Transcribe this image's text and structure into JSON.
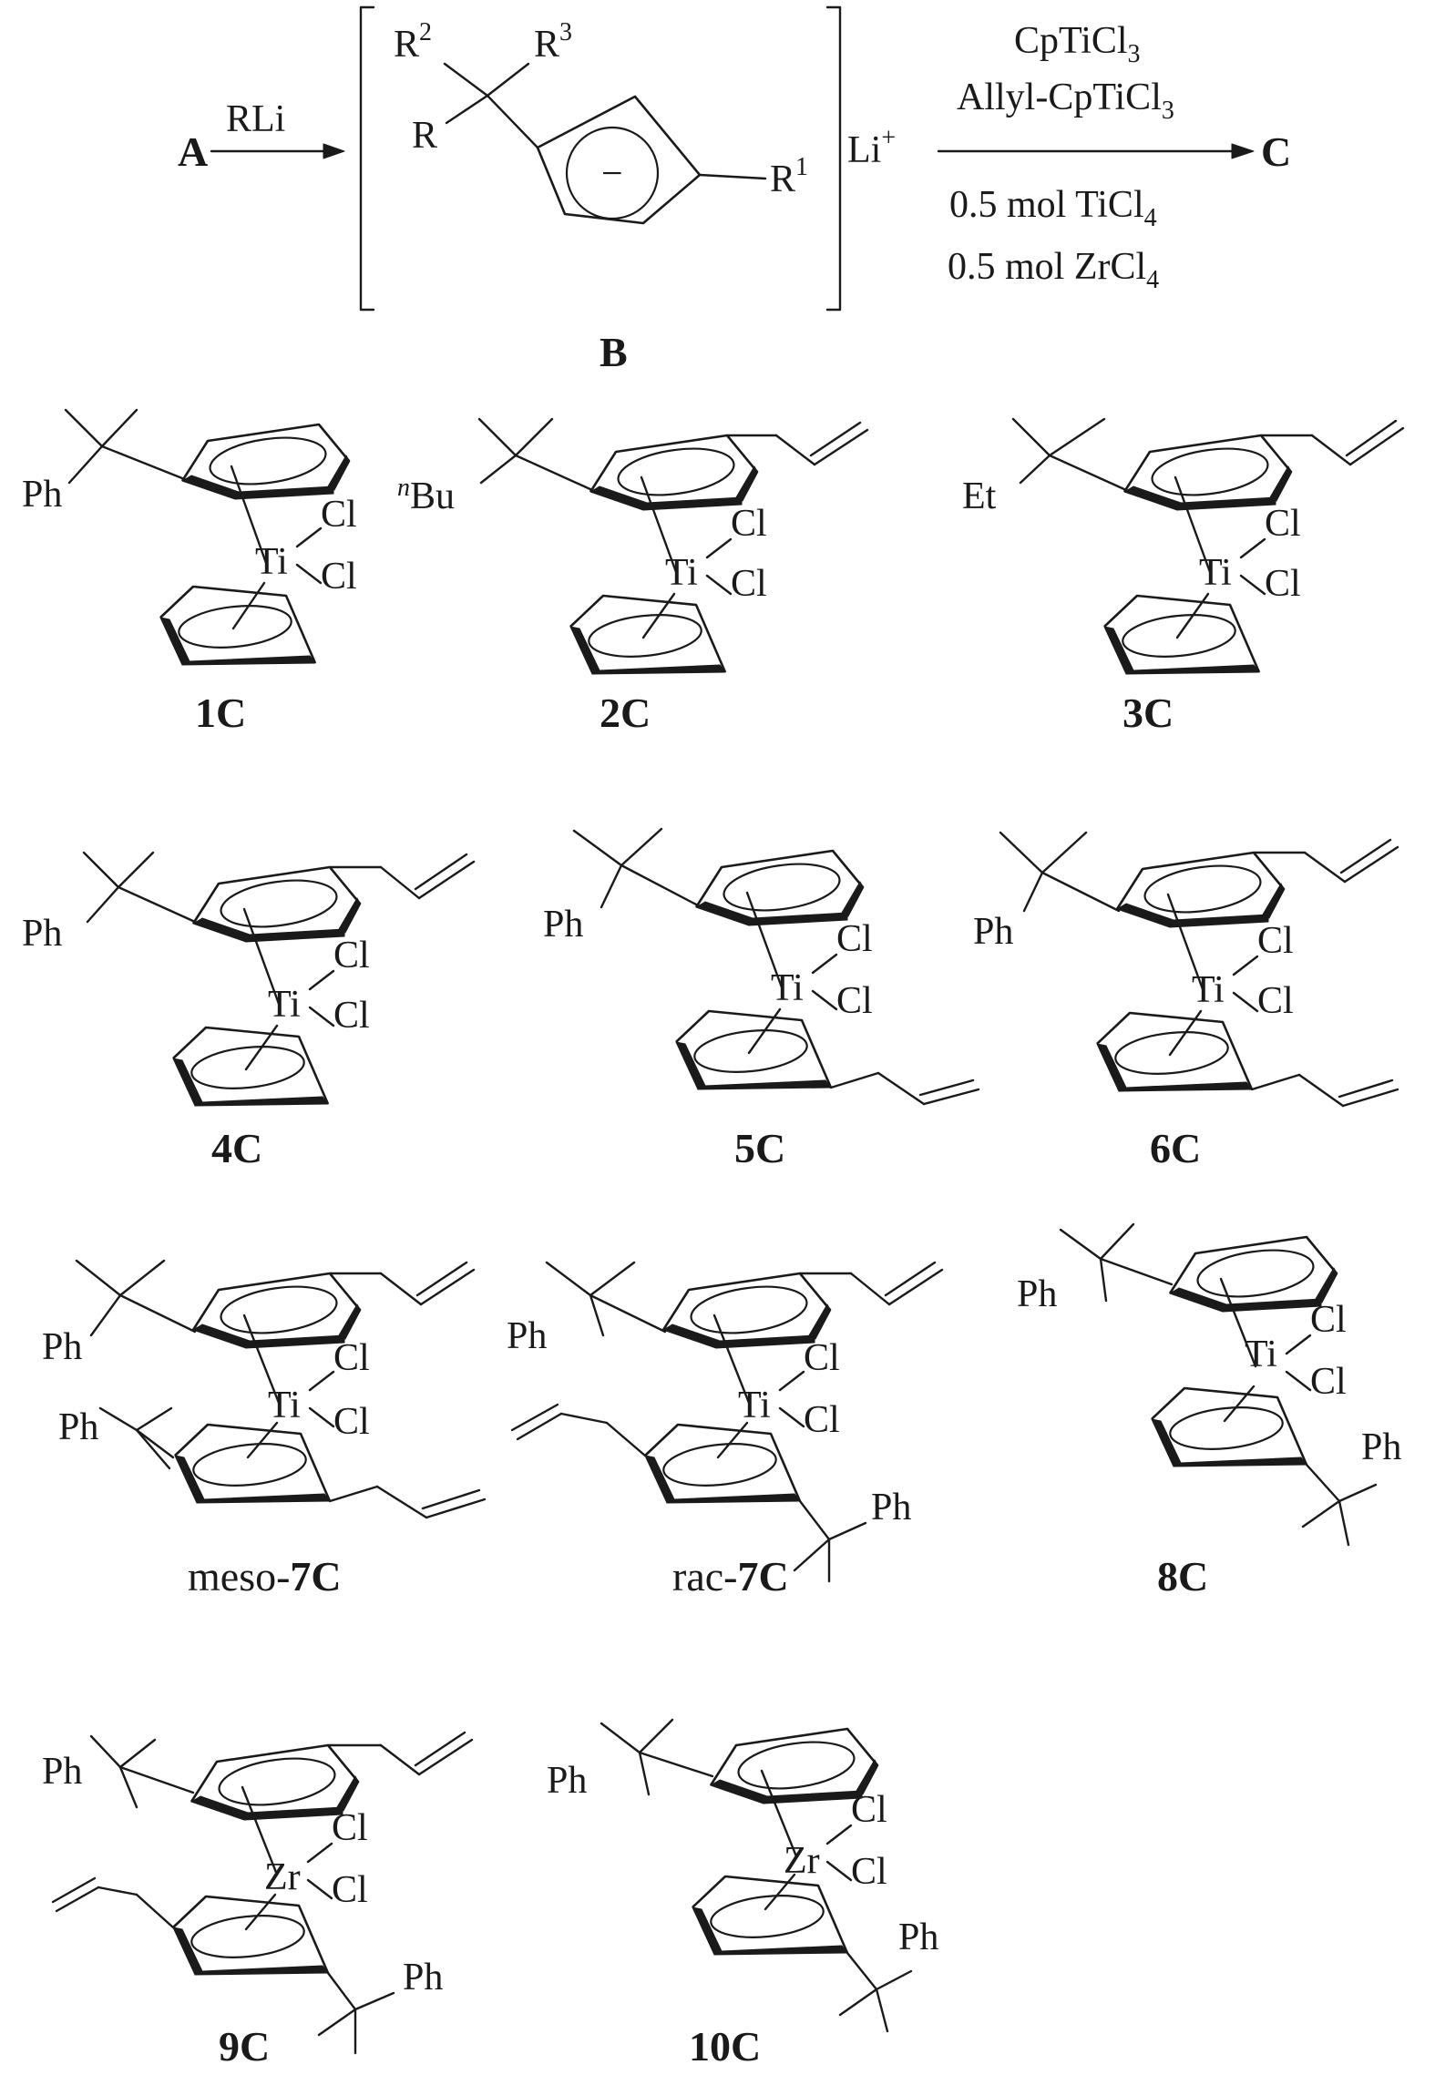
{
  "reaction": {
    "reactant": "A",
    "reagent": "RLi",
    "intermediate_label": "B",
    "intermediate_groups": {
      "R": "R",
      "R1_base": "R",
      "R1_sup": "1",
      "R2_base": "R",
      "R2_sup": "2",
      "R3_base": "R",
      "R3_sup": "3"
    },
    "counterion_base": "Li",
    "counterion_sup": "+",
    "charge": "−",
    "conditions": {
      "line1_base": "CpTiCl",
      "line1_sub": "3",
      "line2_base": "Allyl-CpTiCl",
      "line2_sub": "3",
      "line3_base": "0.5 mol TiCl",
      "line3_sub": "4",
      "line4_base": "0.5 mol ZrCl",
      "line4_sub": "4"
    },
    "product": "C"
  },
  "labels": {
    "ph": "Ph",
    "nbu_prefix": "n",
    "nbu": "Bu",
    "et": "Et",
    "cl": "Cl",
    "ti": "Ti",
    "zr": "Zr"
  },
  "compounds": [
    {
      "id": "1C",
      "label": "1C",
      "prefix": ""
    },
    {
      "id": "2C",
      "label": "2C",
      "prefix": ""
    },
    {
      "id": "3C",
      "label": "3C",
      "prefix": ""
    },
    {
      "id": "4C",
      "label": "4C",
      "prefix": ""
    },
    {
      "id": "5C",
      "label": "5C",
      "prefix": ""
    },
    {
      "id": "6C",
      "label": "6C",
      "prefix": ""
    },
    {
      "id": "meso-7C",
      "label": "7C",
      "prefix": "meso-"
    },
    {
      "id": "rac-7C",
      "label": "7C",
      "prefix": "rac-"
    },
    {
      "id": "8C",
      "label": "8C",
      "prefix": ""
    },
    {
      "id": "9C",
      "label": "9C",
      "prefix": ""
    },
    {
      "id": "10C",
      "label": "10C",
      "prefix": ""
    }
  ]
}
